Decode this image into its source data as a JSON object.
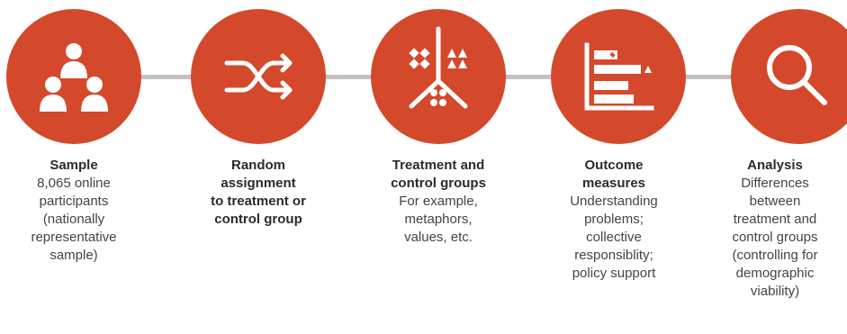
{
  "colors": {
    "accent": "#d4492b",
    "connector": "#c2c2c2",
    "icon": "#ffffff"
  },
  "steps": [
    {
      "icon": "people-group-icon",
      "title": "Sample",
      "description_lines": [
        "8,065 online",
        "participants",
        "(nationally",
        "representative",
        "sample)"
      ]
    },
    {
      "icon": "shuffle-icon",
      "title_lines": [
        "Random",
        "assignment",
        "to treatment or",
        "control group"
      ],
      "description_lines": []
    },
    {
      "icon": "branching-groups-icon",
      "title_lines": [
        "Treatment and",
        "control groups"
      ],
      "description_lines": [
        "For example,",
        "metaphors,",
        "values, etc."
      ]
    },
    {
      "icon": "bar-chart-icon",
      "title_lines": [
        "Outcome",
        "measures"
      ],
      "description_lines": [
        "Understanding",
        "problems;",
        "collective",
        "responsiblity;",
        "policy support"
      ]
    },
    {
      "icon": "magnifier-icon",
      "title": "Analysis",
      "description_lines": [
        "Differences",
        "between",
        "treatment and",
        "control groups",
        "(controlling for",
        "demographic",
        "viability)"
      ]
    }
  ]
}
